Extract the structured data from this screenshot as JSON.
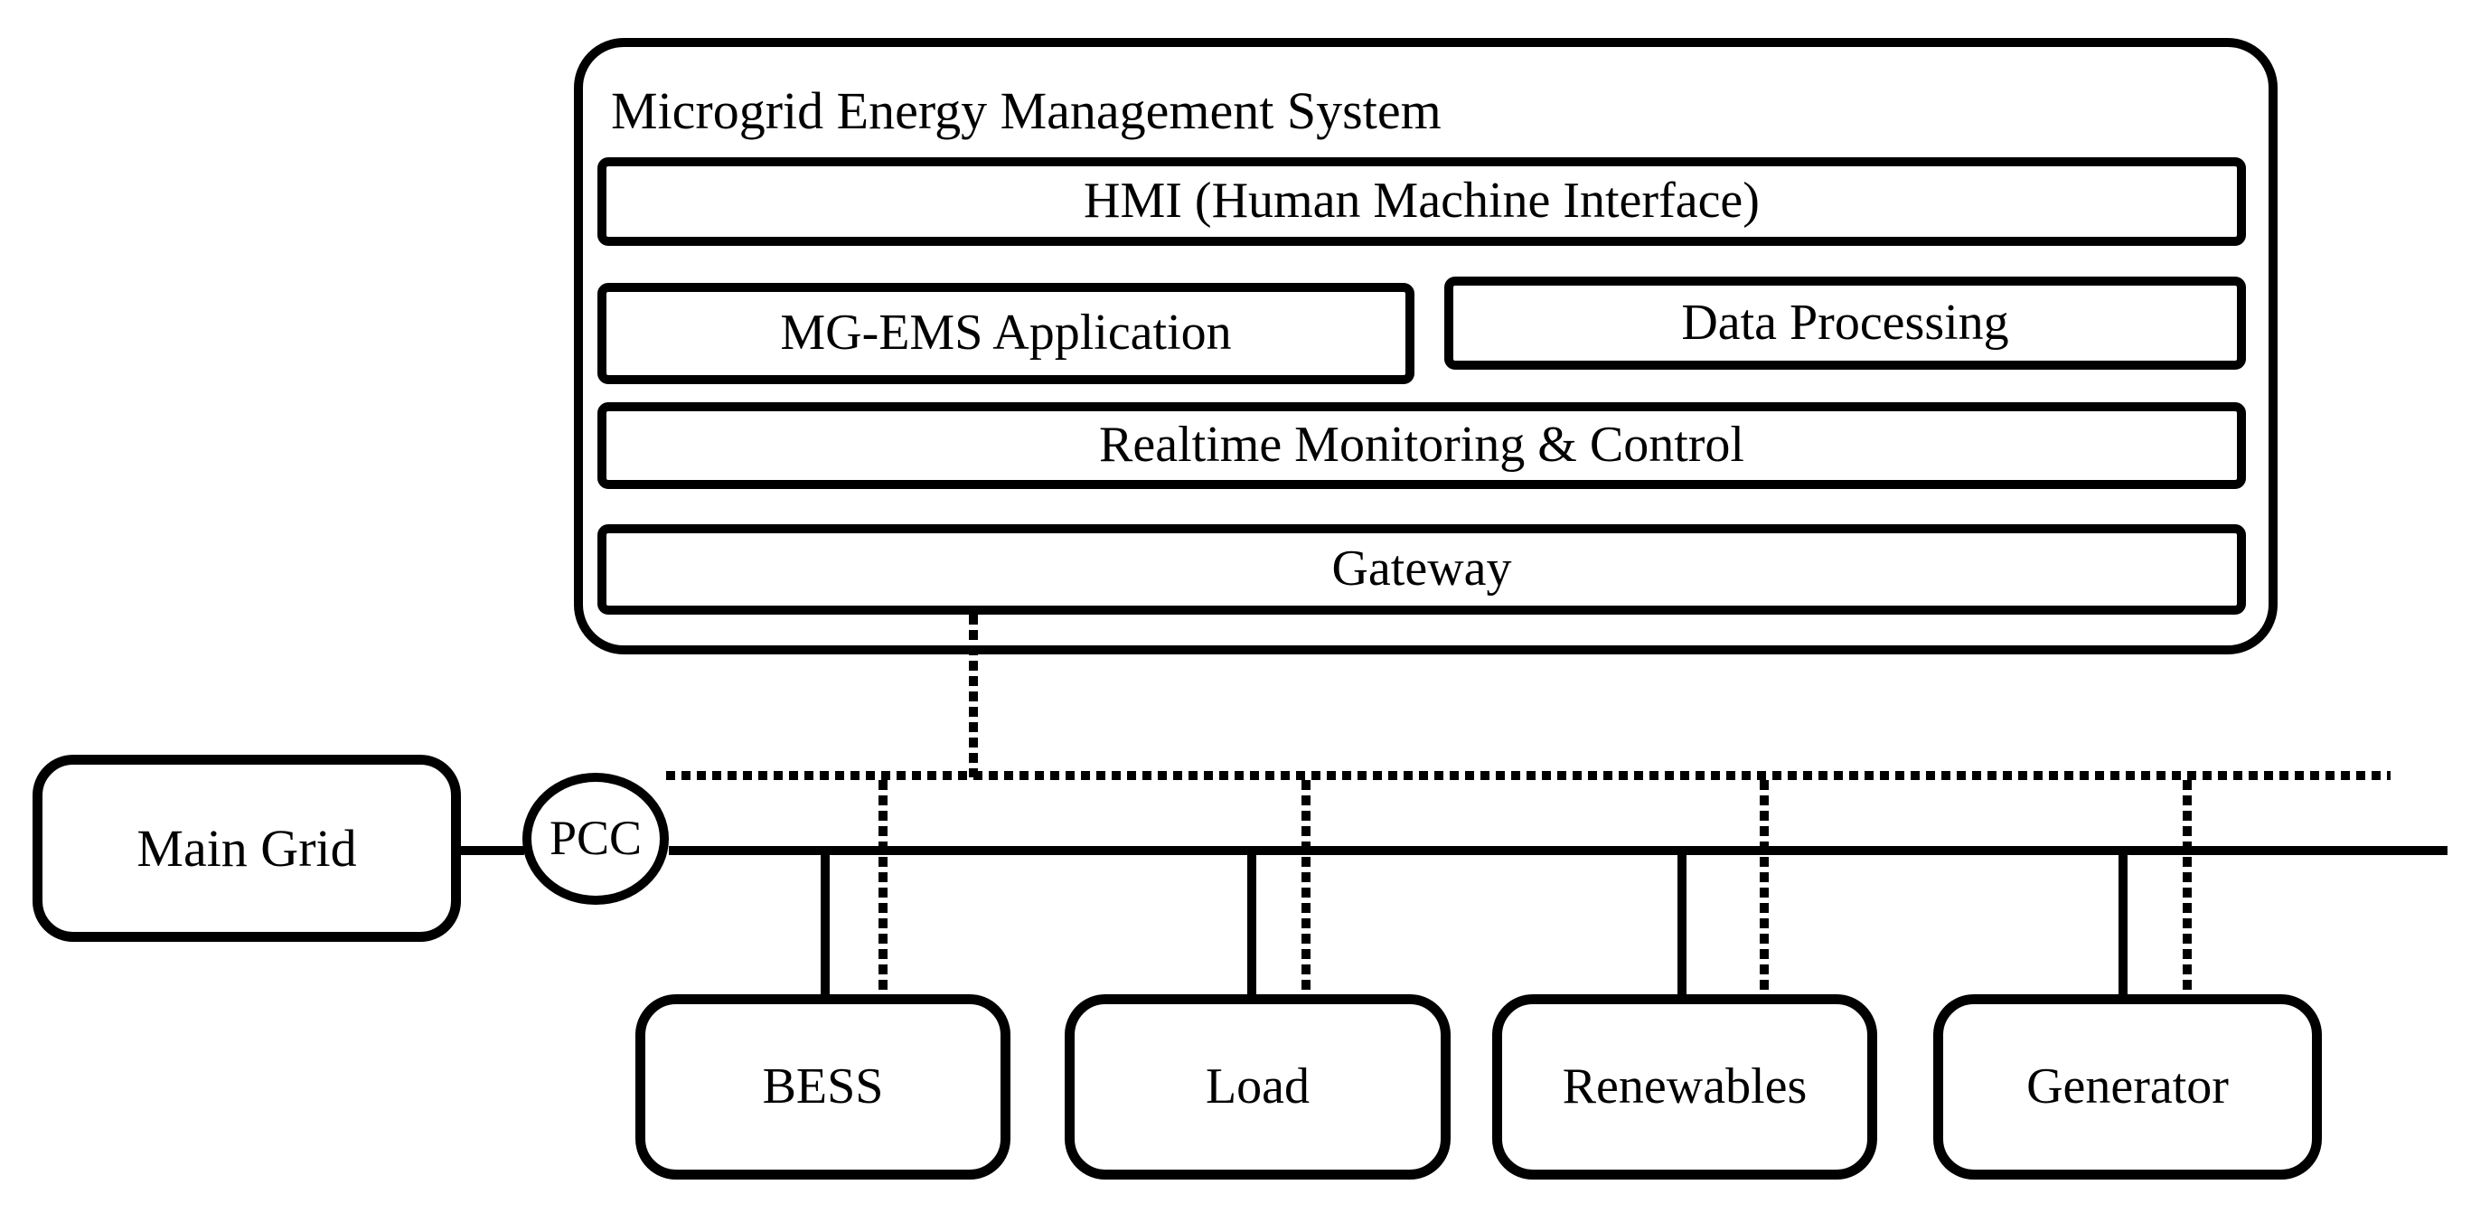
{
  "ems": {
    "title": "Microgrid Energy Management System",
    "layers": [
      {
        "id": "hmi",
        "label": "HMI (Human Machine Interface)"
      },
      {
        "id": "mg-ems-application",
        "label": "MG-EMS Application"
      },
      {
        "id": "data-processing",
        "label": "Data Processing"
      },
      {
        "id": "realtime-monitoring-control",
        "label": "Realtime Monitoring & Control"
      },
      {
        "id": "gateway",
        "label": "Gateway"
      }
    ]
  },
  "grid": {
    "main_grid_label": "Main Grid",
    "pcc_label": "PCC"
  },
  "devices": [
    {
      "id": "bess",
      "label": "BESS"
    },
    {
      "id": "load",
      "label": "Load"
    },
    {
      "id": "renewables",
      "label": "Renewables"
    },
    {
      "id": "generator",
      "label": "Generator"
    }
  ],
  "buses": {
    "power_bus_style": "solid",
    "communication_bus_style": "dotted"
  },
  "colors": {
    "line": "#000000",
    "background": "#ffffff"
  }
}
